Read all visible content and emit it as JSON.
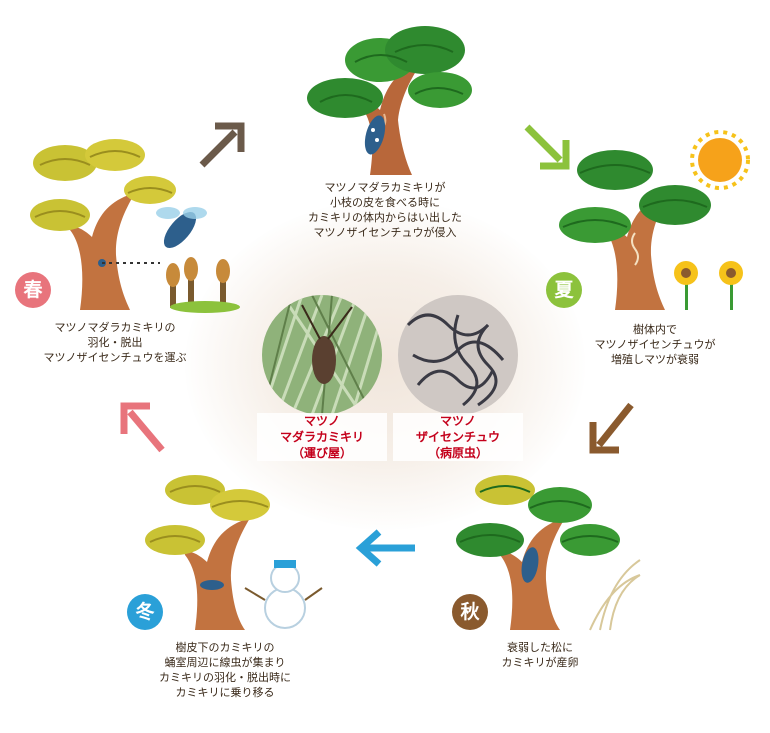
{
  "seasons": {
    "spring": {
      "badge": "春",
      "caption": "マツノマダラカミキリの\n羽化・脱出\nマツノザイセンチュウを運ぶ",
      "badge_color": "#e8747c"
    },
    "summer": {
      "badge": "夏",
      "caption": "樹体内で\nマツノザイセンチュウが\n増殖しマツが衰弱",
      "badge_color": "#8cc23c"
    },
    "autumn": {
      "badge": "秋",
      "caption": "衰弱した松に\nカミキリが産卵",
      "badge_color": "#8a5a2e"
    },
    "winter": {
      "badge": "冬",
      "caption": "樹皮下のカミキリの\n蛹室周辺に線虫が集まり\nカミキリの羽化・脱出時に\nカミキリに乗り移る",
      "badge_color": "#2aa0d8"
    },
    "top": {
      "caption": "マツノマダラカミキリが\n小枝の皮を食べる時に\nカミキリの体内からはい出した\nマツノザイセンチュウが侵入"
    }
  },
  "center": {
    "beetle": {
      "line1": "マツノ",
      "line2": "マダラカミキリ",
      "line3": "（運び屋）"
    },
    "nematode": {
      "line1": "マツノ",
      "line2": "ザイセンチュウ",
      "line3": "（病原虫）"
    },
    "label_color": "#c4001b"
  },
  "arrows": {
    "spring_to_top": "#6b5a4a",
    "top_to_summer": "#8cc23c",
    "summer_to_autumn": "#8a5a2e",
    "autumn_to_winter": "#2aa0d8",
    "winter_to_spring": "#e8747c"
  }
}
